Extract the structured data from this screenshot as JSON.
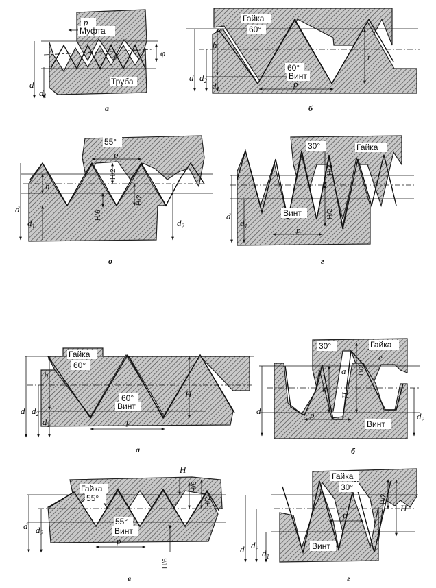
{
  "top": {
    "a": {
      "muft": "Муфта",
      "truba": "Труба",
      "p": "p",
      "phi": "φ",
      "d": "d",
      "d1": "d",
      "d1sub": "1",
      "caption": "а"
    },
    "b": {
      "gaika": "Гайка",
      "ang_top": "60°",
      "ang_bot": "60°",
      "vint": "Винт",
      "h": "h",
      "t": "t",
      "p": "p",
      "d": "d",
      "d2": "d",
      "d2sub": "2",
      "d1": "d",
      "d1sub": "1",
      "caption": "б"
    },
    "v": {
      "ang": "55°",
      "p": "p",
      "h2": "H/2",
      "h6": "H/6",
      "h2b": "H/2",
      "h": "h",
      "d": "d",
      "d1": "d",
      "d1sub": "1",
      "d2": "d",
      "d2sub": "2",
      "caption": "о"
    },
    "g": {
      "ang": "30°",
      "gaika": "Гайка",
      "h2": "H/2",
      "h2b": "H/2",
      "vint": "Винт",
      "p": "p",
      "d": "d",
      "d1": "d",
      "d1sub": "1",
      "caption": "г"
    }
  },
  "bottom": {
    "a": {
      "gaika": "Гайка",
      "ang_top": "60°",
      "ang_bot": "60°",
      "vint": "Винт",
      "p": "p",
      "h": "h",
      "H": "H",
      "d": "d",
      "d2": "d",
      "d2sub": "2",
      "d1": "d",
      "d1sub": "1",
      "caption": "а"
    },
    "b": {
      "ang": "30°",
      "gaika": "Гайка",
      "e": "e",
      "h2": "H/2",
      "h": "h",
      "p": "p",
      "H1": "H",
      "H1sub": "1",
      "a3": "a",
      "vint": "Винт",
      "d": "d",
      "d2": "d",
      "d2sub": "2",
      "caption": "б"
    },
    "v": {
      "gaika": "Гайка",
      "ang_top": "55°",
      "ang_bot": "55°",
      "vint": "Винт",
      "p": "p",
      "H": "H",
      "H6a": "H/6",
      "H6b": "H/6",
      "H2": "H/2",
      "d": "d",
      "d2": "d",
      "d2sub": "2",
      "caption": "в"
    },
    "g": {
      "gaika": "Гайка",
      "ang": "30°",
      "vint": "Винт",
      "p": "p",
      "h2": "H/2",
      "H": "H",
      "d": "d",
      "d2": "d",
      "d2sub": "2",
      "d1": "d",
      "d1sub": "1",
      "caption": "г"
    }
  }
}
